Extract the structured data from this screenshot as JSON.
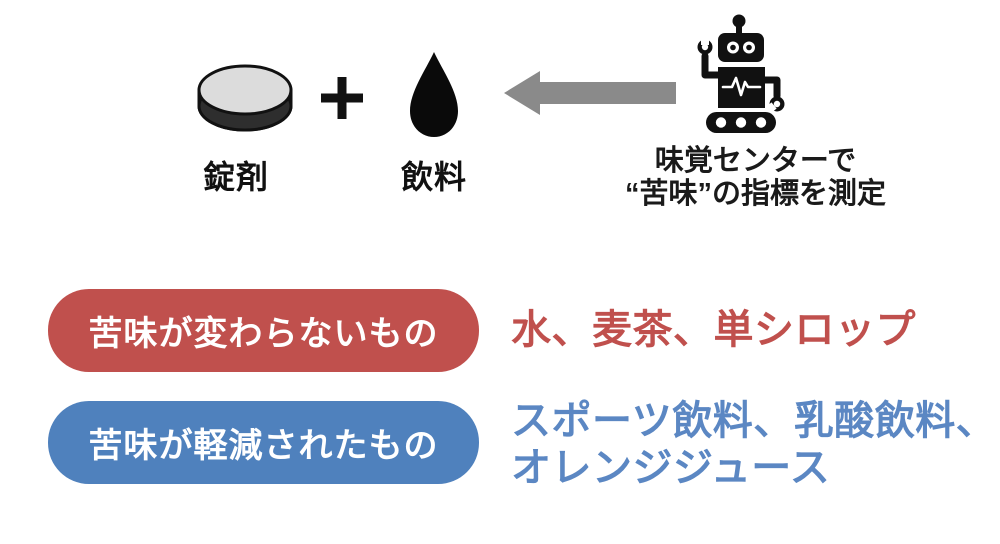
{
  "top_diagram": {
    "tablet_label": "錠剤",
    "beverage_label": "飲料",
    "caption_line1": "味覚センターで",
    "caption_line2": "“苦味”の指標を測定",
    "icons": [
      "tablet-icon",
      "plus-icon",
      "drop-icon",
      "arrow-left-icon",
      "robot-icon"
    ],
    "arrow_color": "#8a8a8a",
    "icon_color": "#111111"
  },
  "results": [
    {
      "badge_label": "苦味が変わらないもの",
      "items_lines": [
        "水、麦茶、単シロップ"
      ],
      "badge_color": "#c0504d",
      "text_color": "#c0504d"
    },
    {
      "badge_label": "苦味が軽減されたもの",
      "items_lines": [
        "スポーツ飲料、乳酸飲料、",
        "オレンジジュース"
      ],
      "badge_color": "#4f81bd",
      "text_color": "#5b87c3"
    }
  ]
}
